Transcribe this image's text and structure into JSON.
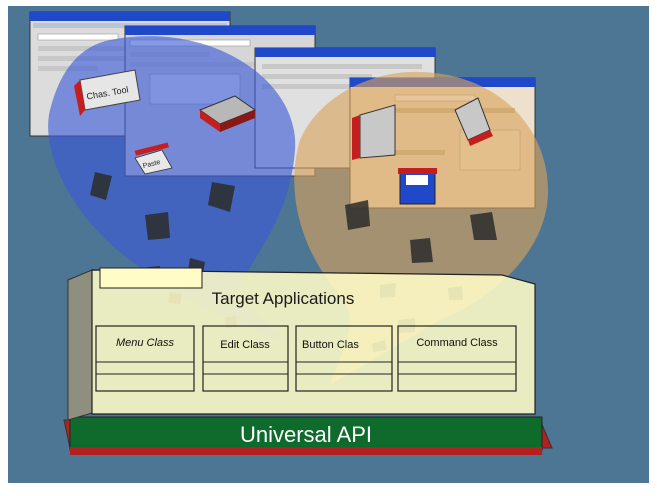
{
  "diagram": {
    "target_label": "Target Applications",
    "class_boxes": [
      {
        "label": "Menu Class",
        "italic": true
      },
      {
        "label": "Edit Class",
        "italic": false
      },
      {
        "label": "Button Clas",
        "italic": false
      },
      {
        "label": "Command Class",
        "italic": false
      }
    ],
    "base_label": "Universal API",
    "thumbnail_labels": [
      "Chas. Tool",
      "Paste"
    ]
  },
  "colors": {
    "background": "#4d7594",
    "panel_fill": "#fffcc7",
    "base_green": "#0e6b2c",
    "base_red": "#b32020",
    "bubble_blue": "#3c5ad8",
    "bubble_tan": "#d8a35c",
    "window_frame": "#1f49c9"
  }
}
